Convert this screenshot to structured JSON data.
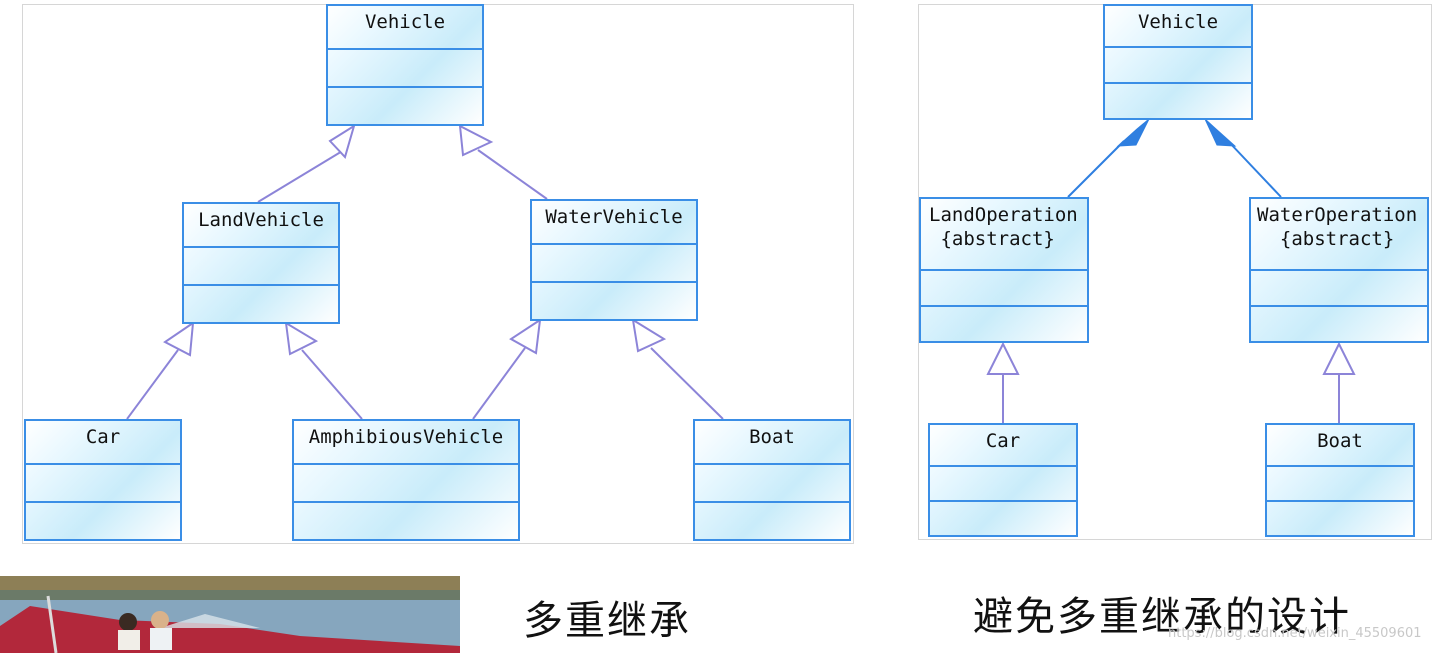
{
  "left_diagram": {
    "classes": {
      "vehicle": "Vehicle",
      "land_vehicle": "LandVehicle",
      "water_vehicle": "WaterVehicle",
      "car": "Car",
      "amphibious": "AmphibiousVehicle",
      "boat": "Boat"
    },
    "caption": "多重继承"
  },
  "right_diagram": {
    "classes": {
      "vehicle": "Vehicle",
      "land_operation": "LandOperation\n {abstract}",
      "water_operation": "WaterOperation\n  {abstract}",
      "car": "Car",
      "boat": "Boat"
    },
    "caption": "避免多重继承的设计"
  },
  "watermark": "https://blog.csdn.net/weixin_45509601",
  "colors": {
    "class_border": "#3a8ee6",
    "connector": "#8c84d8",
    "composition": "#2f7fe0"
  }
}
